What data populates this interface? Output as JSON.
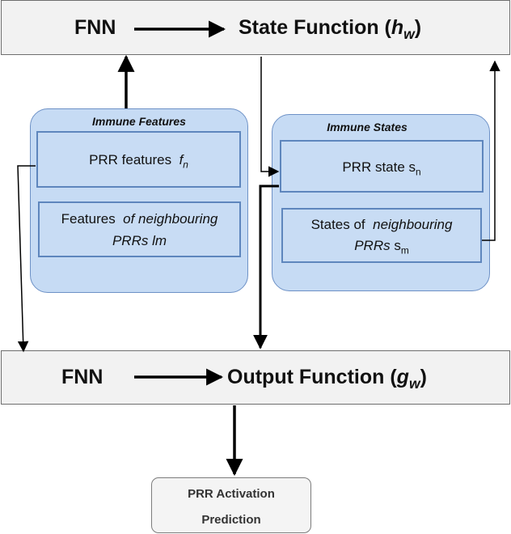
{
  "state_box": {
    "left_label": "FNN",
    "func_label": "State Function (",
    "func_symbol": "h",
    "func_sub": "w",
    "func_close": ")"
  },
  "immune_features": {
    "title": "Immune Features",
    "prr_features_label": "PRR features",
    "prr_features_symbol": "f",
    "prr_features_sub": "n",
    "neighbour_line1_plain": "Features",
    "neighbour_line1_italic": "of neighbouring",
    "neighbour_line2": "PRRs lm"
  },
  "immune_states": {
    "title": "Immune States",
    "prr_state_label": "PRR  state  s",
    "prr_state_sub": "n",
    "neighbour_line1_plain": "States of",
    "neighbour_line1_italic": "neighbouring",
    "neighbour_line2_italic": "PRRs",
    "neighbour_line2_symbol": "s",
    "neighbour_line2_sub": "m"
  },
  "output_box": {
    "left_label": "FNN",
    "func_label": "Output Function (",
    "func_symbol": "g",
    "func_sub": "w",
    "func_close": ")"
  },
  "result_box": {
    "line1": "PRR Activation",
    "line2": "Prediction"
  },
  "colors": {
    "panel_fill": "#c6dbf4",
    "panel_border": "#6d91c6",
    "process_fill": "#f2f2f2",
    "arrow": "#000000"
  }
}
